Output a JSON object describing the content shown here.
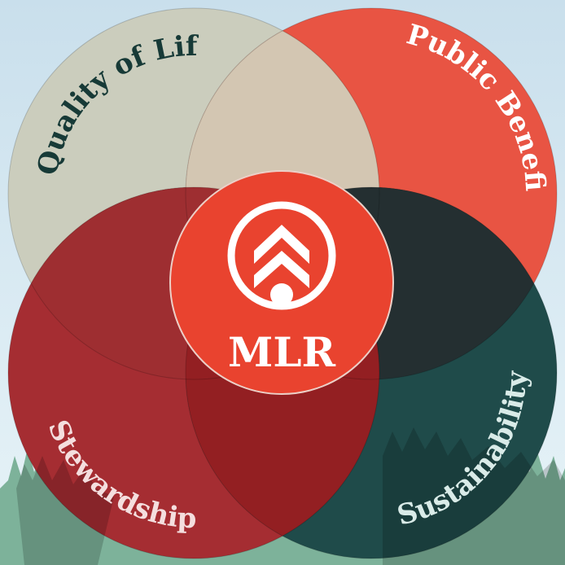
{
  "diagram": {
    "center_label": "MLR",
    "petals": [
      {
        "id": "quality",
        "label": "Quality of Life",
        "color": "#cbcdbd",
        "text_color": "#173a37"
      },
      {
        "id": "public",
        "label": "Public Benefit",
        "color": "#e85443",
        "text_color": "#ffffff"
      },
      {
        "id": "stewardship",
        "label": "Stewardship",
        "color": "#a52d32",
        "text_color": "#f4dede"
      },
      {
        "id": "sustainability",
        "label": "Sustainability",
        "color": "#1f4b4a",
        "text_color": "#d9ebe8"
      }
    ],
    "center_color": "#e9432f",
    "center_icon": "chevron-up-logo-icon"
  }
}
